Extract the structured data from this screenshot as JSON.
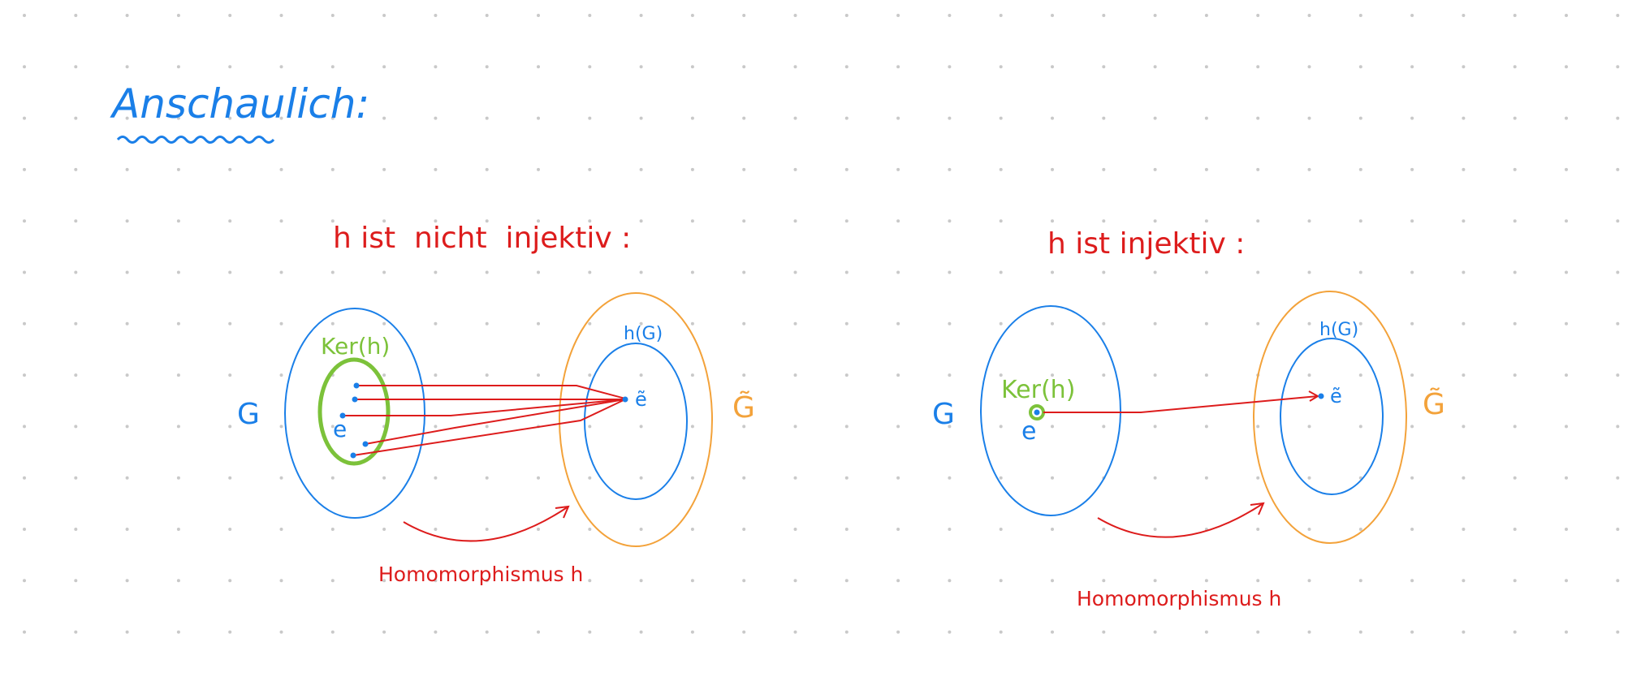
{
  "heading": "Anschaulich:",
  "colors": {
    "blue": "#1a7fe8",
    "red": "#dd1c1c",
    "green": "#7cc23a",
    "orange": "#f3a23a",
    "grid_dot": "#c9c9c9"
  },
  "left": {
    "title": "h ist  nicht  injektiv :",
    "label_G": "G",
    "label_ker": "Ker(h)",
    "label_e": "e",
    "label_hG": "h(G)",
    "label_etilde": "ẽ",
    "label_Gtilde": "G̃",
    "label_map": "Homomorphismus h"
  },
  "right": {
    "title": "h ist injektiv :",
    "label_G": "G",
    "label_ker": "Ker(h)",
    "label_e": "e",
    "label_hG": "h(G)",
    "label_etilde": "ẽ",
    "label_Gtilde": "G̃",
    "label_map": "Homomorphismus h"
  }
}
